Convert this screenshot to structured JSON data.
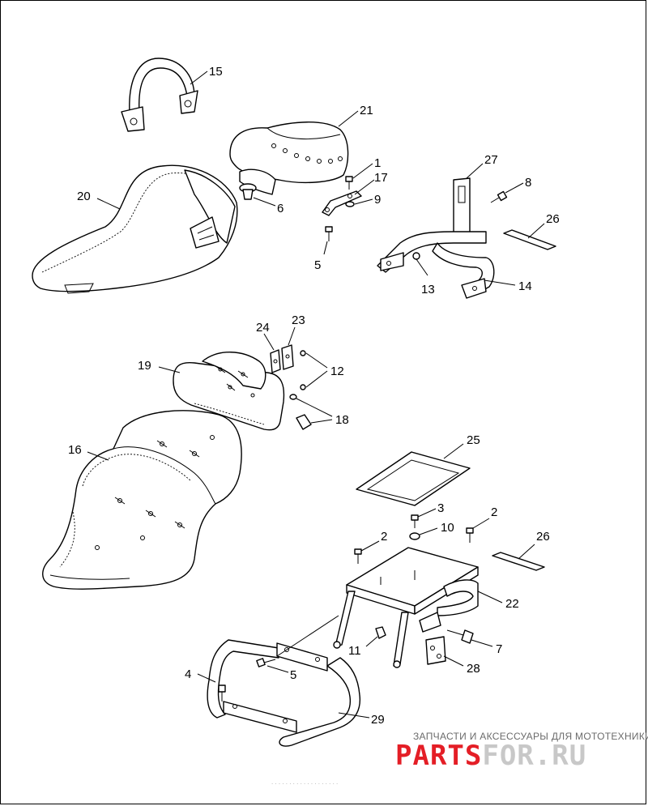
{
  "callouts": {
    "c1": "1",
    "c2a": "2",
    "c2b": "2",
    "c3": "3",
    "c4": "4",
    "c5a": "5",
    "c5b": "5",
    "c6": "6",
    "c7": "7",
    "c8": "8",
    "c9": "9",
    "c10": "10",
    "c11": "11",
    "c12": "12",
    "c13": "13",
    "c14": "14",
    "c15": "15",
    "c16": "16",
    "c17": "17",
    "c18": "18",
    "c19": "19",
    "c20": "20",
    "c21": "21",
    "c22": "22",
    "c23": "23",
    "c24": "24",
    "c25": "25",
    "c26a": "26",
    "c26b": "26",
    "c27": "27",
    "c28": "28",
    "c29": "29"
  },
  "watermark": {
    "tagline": "ЗАПЧАСТИ И АКСЕССУАРЫ ДЛЯ МОТОТЕХНИКИ",
    "brand_left": "PARTS",
    "brand_right": "FOR.RU",
    "brand_left_color": "#e41e26",
    "brand_right_color": "#c8c8c8"
  }
}
